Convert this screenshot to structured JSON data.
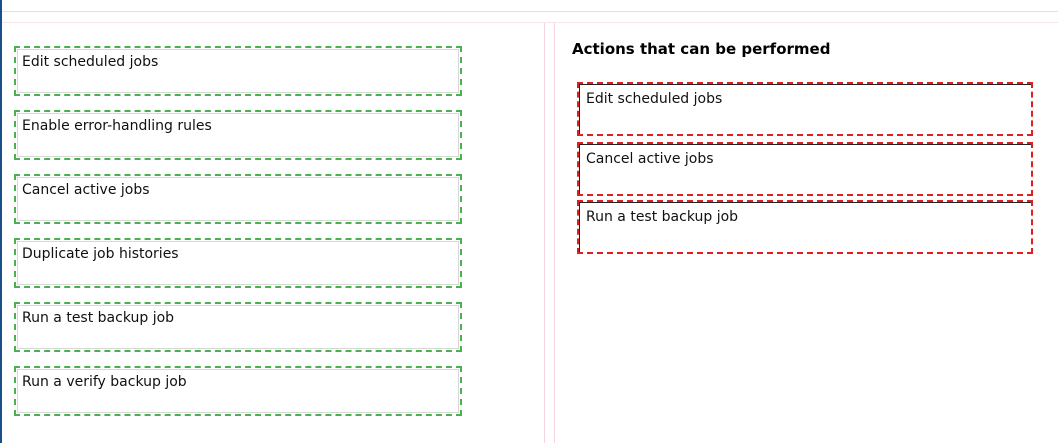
{
  "left_panel": {
    "choices": [
      {
        "label": "Edit scheduled jobs"
      },
      {
        "label": "Enable error-handling rules"
      },
      {
        "label": "Cancel active jobs"
      },
      {
        "label": "Duplicate job histories"
      },
      {
        "label": "Run a test backup job"
      },
      {
        "label": "Run a verify backup job"
      }
    ]
  },
  "right_panel": {
    "title": "Actions that can be performed",
    "answers": [
      {
        "label": "Edit scheduled jobs"
      },
      {
        "label": "Cancel active jobs"
      },
      {
        "label": "Run a test backup job"
      }
    ]
  },
  "colors": {
    "choice_border": "#4caf50",
    "answer_border": "#e02020",
    "window_edge": "#1a4f8a",
    "pane_divider": "#f3d6e0"
  }
}
